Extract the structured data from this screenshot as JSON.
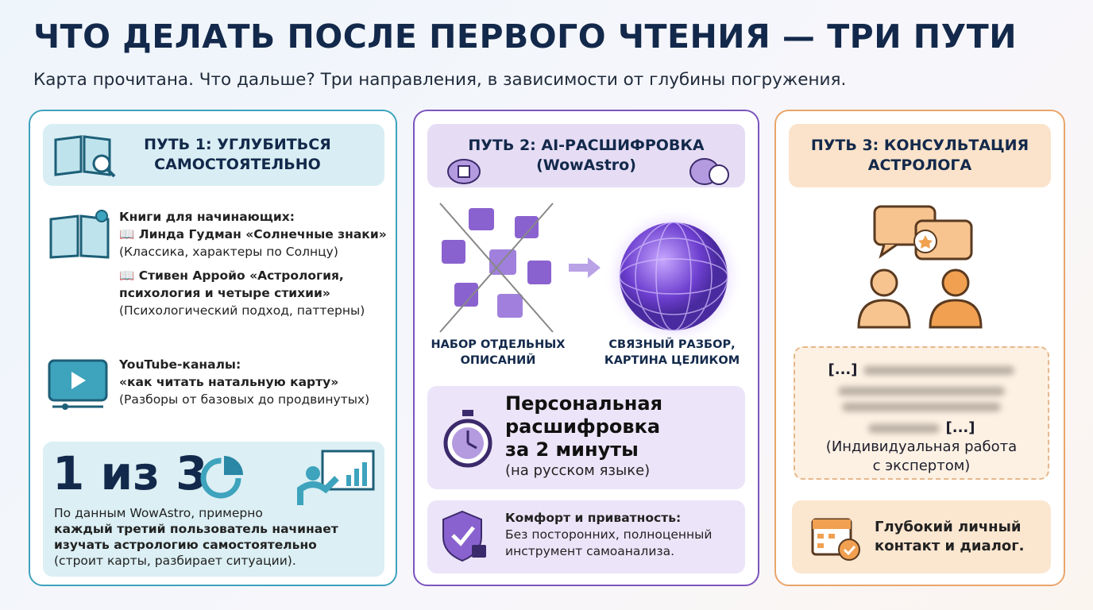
{
  "title": "ЧТО ДЕЛАТЬ ПОСЛЕ ПЕРВОГО ЧТЕНИЯ — ТРИ ПУТИ",
  "subtitle": "Карта прочитана. Что дальше? Три направления, в зависимости от глубины погружения.",
  "path1": {
    "header_line1": "ПУТЬ 1: УГЛУБИТЬСЯ",
    "header_line2": "САМОСТОЯТЕЛЬНО",
    "books_title": "Книги для начинающих:",
    "book1": "📖 Линда Гудман «Солнечные знаки»",
    "book1_note": "(Классика, характеры по Солнцу)",
    "book2_line1": "📖 Стивен Арройо «Астрология,",
    "book2_line2": "психология и четыре стихии»",
    "book2_note": "(Психологический подход, паттерны)",
    "yt_title": "YouTube-каналы:",
    "yt_query": "«как читать натальную карту»",
    "yt_note": "(Разборы от базовых до продвинутых)",
    "stat_big": "1 из 3",
    "stat_line1": "По данным WowAstro, примерно",
    "stat_bold1": "каждый третий пользователь начинает",
    "stat_bold2": "изучать астрологию самостоятельно",
    "stat_note": "(строит карты, разбирает ситуации)."
  },
  "path2": {
    "header_line1": "ПУТЬ 2: AI-РАСШИФРОВКА",
    "header_line2": "(WowAstro)",
    "left_label1": "НАБОР ОТДЕЛЬНЫХ",
    "left_label2": "ОПИСАНИЙ",
    "right_label1": "СВЯЗНЫЙ РАЗБОР,",
    "right_label2": "КАРТИНА ЦЕЛИКОМ",
    "speed_line1": "Персональная",
    "speed_line2": "расшифровка",
    "speed_line3": "за 2 минуты",
    "speed_note": "(на русском языке)",
    "privacy_title": "Комфорт и приватность:",
    "privacy_line1": "Без посторонних, полноценный",
    "privacy_line2": "инструмент самоанализа."
  },
  "path3": {
    "header_line1": "ПУТЬ 3: КОНСУЛЬТАЦИЯ",
    "header_line2": "АСТРОЛОГА",
    "ellipsis_start": "[...]",
    "ellipsis_end": "[...]",
    "note_line1": "(Индивидуальная работа",
    "note_line2": "с экспертом)",
    "contact_line1": "Глубокий личный",
    "contact_line2": "контакт и диалог."
  },
  "colors": {
    "navy": "#13294b",
    "teal": "#3ea3bd",
    "purple": "#7c55bd",
    "orange": "#eaa56a"
  }
}
